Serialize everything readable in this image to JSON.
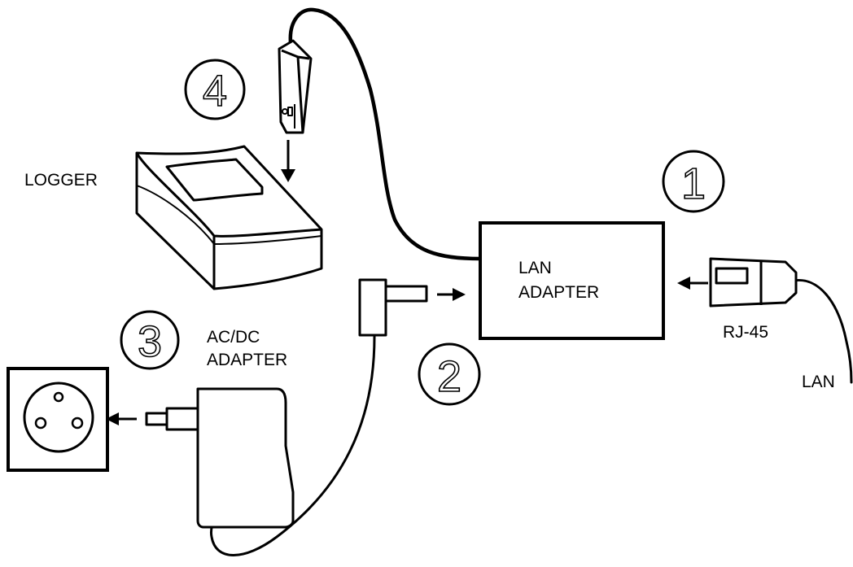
{
  "labels": {
    "logger": "LOGGER",
    "lan_adapter_line1": "LAN",
    "lan_adapter_line2": "ADAPTER",
    "ac_dc_line1": "AC/DC",
    "ac_dc_line2": "ADAPTER",
    "rj45": "RJ-45",
    "lan": "LAN"
  },
  "steps": {
    "step1": "1",
    "step2": "2",
    "step3": "3",
    "step4": "4"
  },
  "colors": {
    "line": "#000000",
    "background": "#ffffff"
  }
}
